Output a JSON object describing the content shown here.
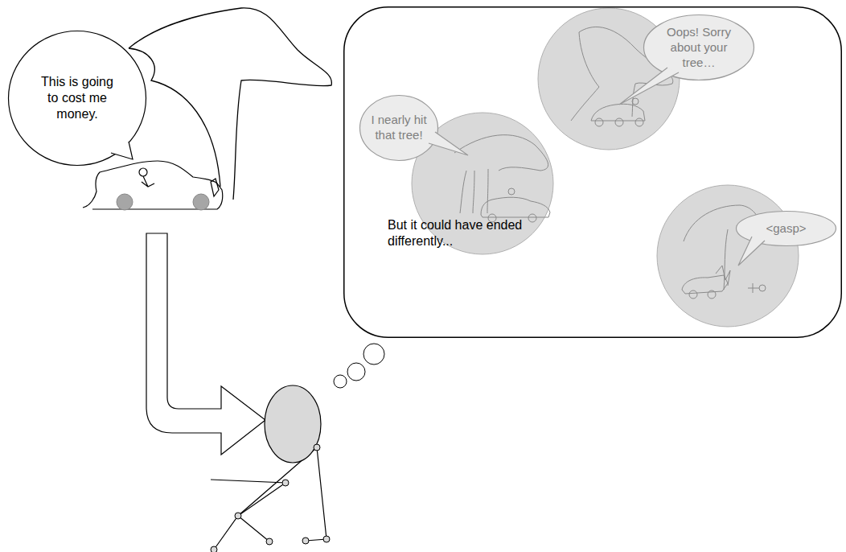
{
  "diagram": {
    "nodes": [
      {
        "text": [
          "This is going to cost me money."
        ]
      },
      {
        "text": [
          "But it could have ended differently..."
        ]
      },
      {
        "text": [
          "I nearly hit that tree!"
        ],
        "in": 1
      },
      {
        "text": [
          "Oops! Sorry about your tree…"
        ],
        "in": 1
      },
      {
        "text": [
          "<gasp>"
        ],
        "in": 1
      }
    ]
  }
}
